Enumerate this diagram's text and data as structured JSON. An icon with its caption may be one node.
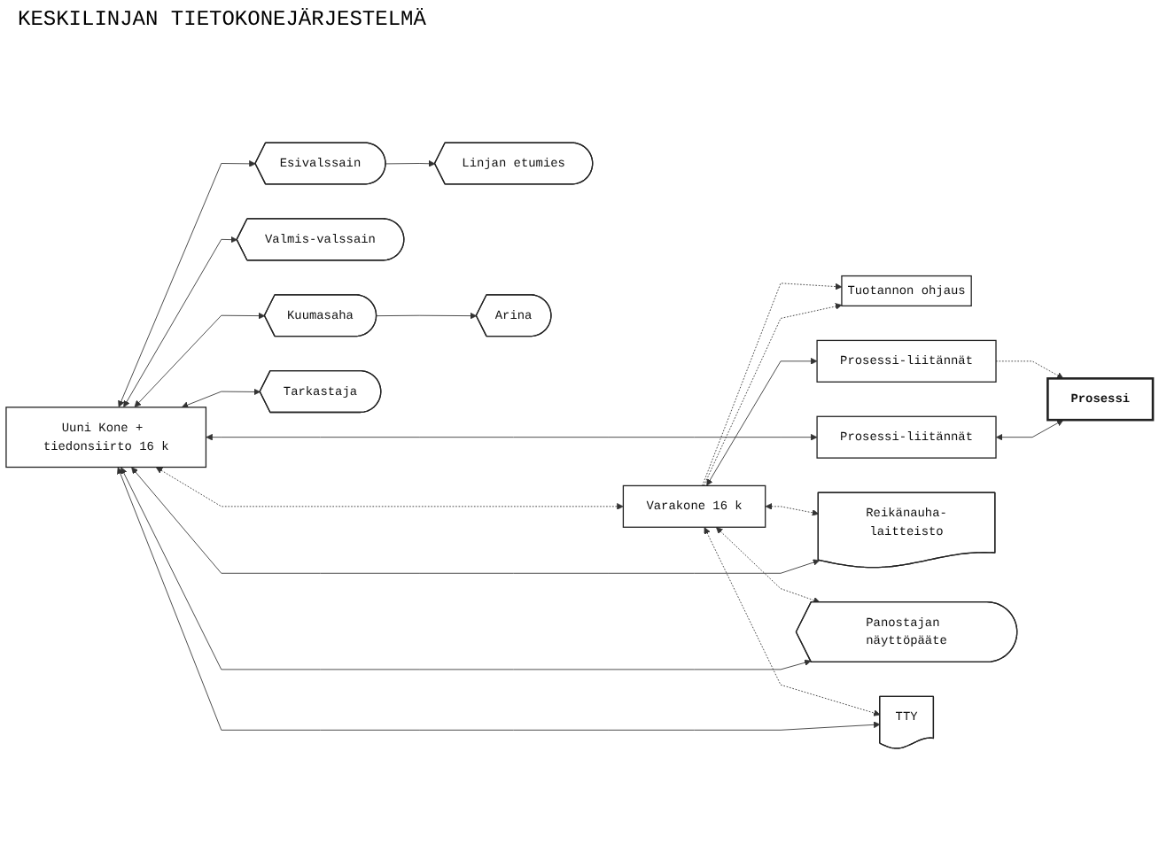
{
  "diagram": {
    "title": "KESKILINJAN TIETOKONEJÄRJESTELMÄ",
    "nodes": [
      {
        "text": [
          "Uuni Kone + tiedonsiirto 16 k"
        ]
      },
      {
        "text": [
          "Tuotannon ohjaus"
        ]
      },
      {
        "text": [
          "Varakone 16 k"
        ]
      },
      {
        "text": [
          "Prosessi-liitännät"
        ]
      },
      {
        "text": [
          "Prosessi-liitännät"
        ]
      },
      {
        "text": [
          "Reikänauha-laitteisto"
        ]
      },
      {
        "text": [
          "Panostajan näyttöpääte"
        ]
      },
      {
        "text": [
          "TTY"
        ]
      },
      {
        "text": [
          "Esivalssain"
        ]
      },
      {
        "text": [
          "Valmis-valssain"
        ]
      },
      {
        "text": [
          "Kuumasaha"
        ]
      },
      {
        "text": [
          "Tarkastaja"
        ]
      },
      {
        "text": [
          "Linjan etumies"
        ]
      },
      {
        "text": [
          "Arina"
        ]
      },
      {
        "text": [
          "Prosessi"
        ]
      }
    ],
    "edges": [
      {
        "from": 0,
        "to": 2,
        "arrow": "both",
        "style": "dashed"
      },
      {
        "from": 0,
        "to": 7,
        "arrow": "both"
      },
      {
        "from": 0,
        "to": 6,
        "arrow": "both"
      },
      {
        "from": 0,
        "to": 5,
        "arrow": "both"
      },
      {
        "from": 0,
        "to": 8,
        "arrow": "both"
      },
      {
        "from": 0,
        "to": 9,
        "arrow": "both"
      },
      {
        "from": 0,
        "to": 10,
        "arrow": "both"
      },
      {
        "from": 0,
        "to": 11,
        "arrow": "both"
      },
      {
        "from": 2,
        "to": 7,
        "arrow": "both",
        "style": "dashed"
      },
      {
        "from": 2,
        "to": 6,
        "arrow": "both",
        "style": "dashed"
      },
      {
        "from": 2,
        "to": 5,
        "arrow": "both",
        "style": "dashed"
      },
      {
        "from": 2,
        "to": 1,
        "arrow": "to",
        "style": "dashed"
      },
      {
        "from": 2,
        "to": 1,
        "arrow": "to",
        "style": "dashed"
      },
      {
        "from": 0,
        "to": 3,
        "arrow": "both"
      },
      {
        "from": 3,
        "to": 14,
        "arrow": "both"
      },
      {
        "from": 2,
        "to": 4,
        "arrow": "both"
      },
      {
        "from": 4,
        "to": 14,
        "arrow": "to",
        "style": "dashed"
      },
      {
        "from": 8,
        "to": 12,
        "arrow": "to"
      },
      {
        "from": 10,
        "to": 13,
        "arrow": "to"
      }
    ]
  }
}
